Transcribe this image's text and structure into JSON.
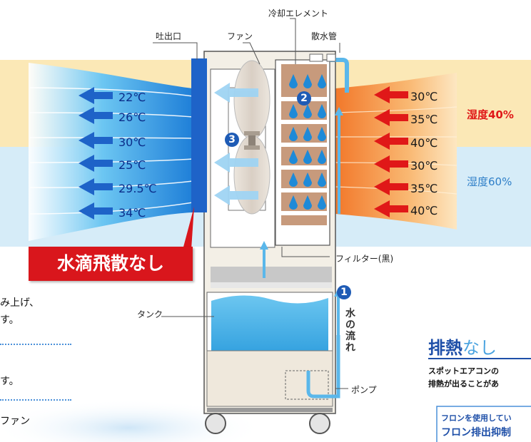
{
  "labels": {
    "cooling_element": "冷却エレメント",
    "outlet": "吐出口",
    "fan": "ファン",
    "spray_pipe": "散水管",
    "filter": "フィルター(黒)",
    "tank": "タンク",
    "pump": "ポンプ",
    "water_flow": [
      "水",
      "の",
      "流",
      "れ"
    ]
  },
  "steps": [
    "1",
    "2",
    "3"
  ],
  "outlet_temps": [
    "22℃",
    "26℃",
    "30℃",
    "25℃",
    "29.5℃",
    "34℃"
  ],
  "intake_temps": [
    "30℃",
    "35℃",
    "40℃",
    "30℃",
    "35℃",
    "40℃"
  ],
  "humidity": [
    "湿度40%",
    "湿度60%"
  ],
  "banner": "水滴飛散なし",
  "left_text": [
    "み上げ、",
    "す。",
    "す。",
    "ファン"
  ],
  "right_panel": {
    "title_a": "排熱",
    "title_b": "なし",
    "line1": "スポットエアコンの",
    "line2": "排熱が出ることがあ",
    "box_line1": "フロンを使用してい",
    "box_line2": "フロン排出抑制"
  },
  "colors": {
    "cool_blue": "#1e63c8",
    "hot_red": "#e01818",
    "banner_red": "#d9161c"
  }
}
